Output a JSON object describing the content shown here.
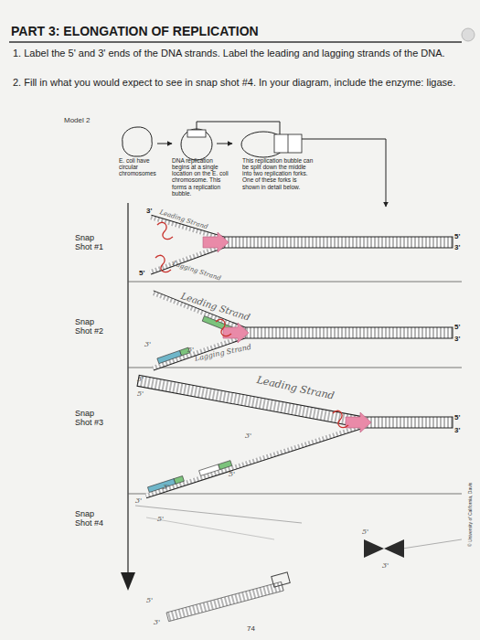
{
  "diagram": {
    "title": "PART 3: ELONGATION OF REPLICATION",
    "labels": [
      "1. Label the 5' and 3' ends of the DNA strands. Label the leading and lagging strands of the DNA.",
      "2. Fill in what you would expect to see in snap shot #4. In your diagram, include the enzyme: ligase.",
      "Model 2",
      "E. coli have circular chromosomes",
      "DNA replication begins at a single location on the E. coli chromosome. This forms a replication bubble.",
      "This replication bubble can be split down the middle into two replication forks. One of these forks is shown in detail below.",
      "Snap Shot #1",
      "Snap Shot #2",
      "Snap Shot #3",
      "Snap Shot #4",
      "3'",
      "Leading Strand",
      "5'",
      "3'",
      "Lagging Strand",
      "5'",
      "Leading Strand",
      "5'",
      "3'",
      "3'",
      "5'",
      "Lagging Strand",
      "3'",
      "5'",
      "Leading Strand",
      "5'",
      "3'",
      "3'",
      "5'",
      "3'",
      "3'",
      "5'",
      "5'",
      "3'",
      "5'",
      "3'",
      "74",
      "© University of California, Davis"
    ]
  }
}
